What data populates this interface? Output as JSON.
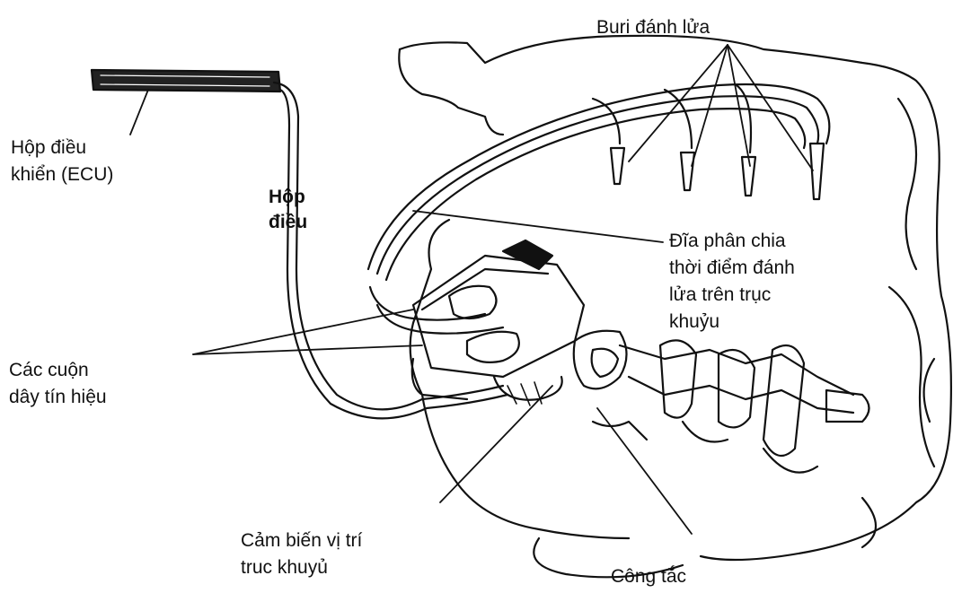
{
  "labels": {
    "spark_plugs": "Buri đánh lửa",
    "ecu": [
      "Hộp điều",
      "khiển (ECU)"
    ],
    "ecu_overlay": [
      "Hộp",
      "điều"
    ],
    "timing_disc": [
      "Đĩa phân chia",
      "thời điểm đánh",
      "lửa trên trục",
      "khuỷu"
    ],
    "signal_coils": [
      "Các cuộn",
      "dây tín hiệu"
    ],
    "crank_sensor": [
      "Cảm biến vị trí",
      "truc khuyủ"
    ],
    "switch": "Công tắc"
  },
  "colors": {
    "line": "#111111",
    "background": "#ffffff"
  }
}
